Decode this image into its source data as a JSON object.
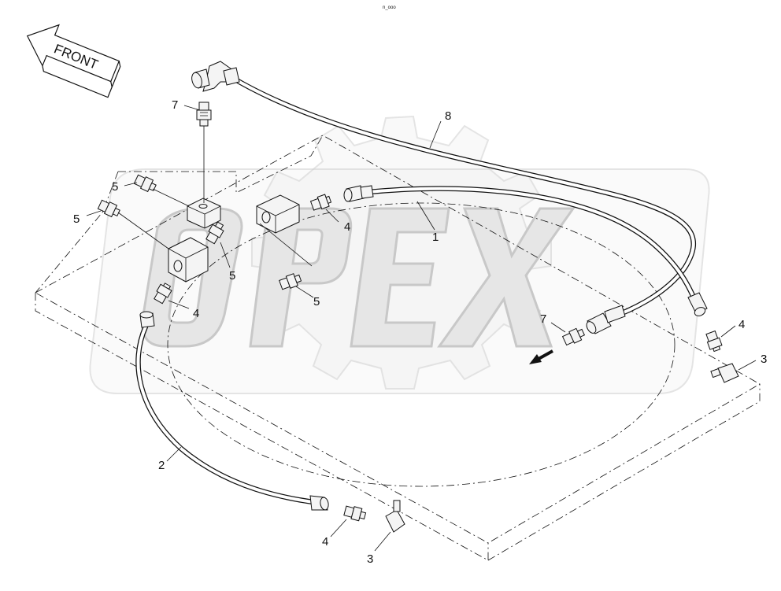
{
  "header": {
    "code": "n_ooo"
  },
  "direction": {
    "front_label": "FRONT"
  },
  "watermark": {
    "text": "OPEX",
    "color": "#d9d9d9"
  },
  "callouts": [
    {
      "id": "c1",
      "label": "1"
    },
    {
      "id": "c2",
      "label": "2"
    },
    {
      "id": "c3a",
      "label": "3"
    },
    {
      "id": "c3b",
      "label": "3"
    },
    {
      "id": "c4a",
      "label": "4"
    },
    {
      "id": "c4b",
      "label": "4"
    },
    {
      "id": "c4c",
      "label": "4"
    },
    {
      "id": "c4d",
      "label": "4"
    },
    {
      "id": "c5a",
      "label": "5"
    },
    {
      "id": "c5b",
      "label": "5"
    },
    {
      "id": "c5c",
      "label": "5"
    },
    {
      "id": "c5d",
      "label": "5"
    },
    {
      "id": "c7a",
      "label": "7"
    },
    {
      "id": "c7b",
      "label": "7"
    },
    {
      "id": "c8",
      "label": "8"
    }
  ],
  "colors": {
    "ink": "#111111",
    "paper": "#ffffff"
  }
}
